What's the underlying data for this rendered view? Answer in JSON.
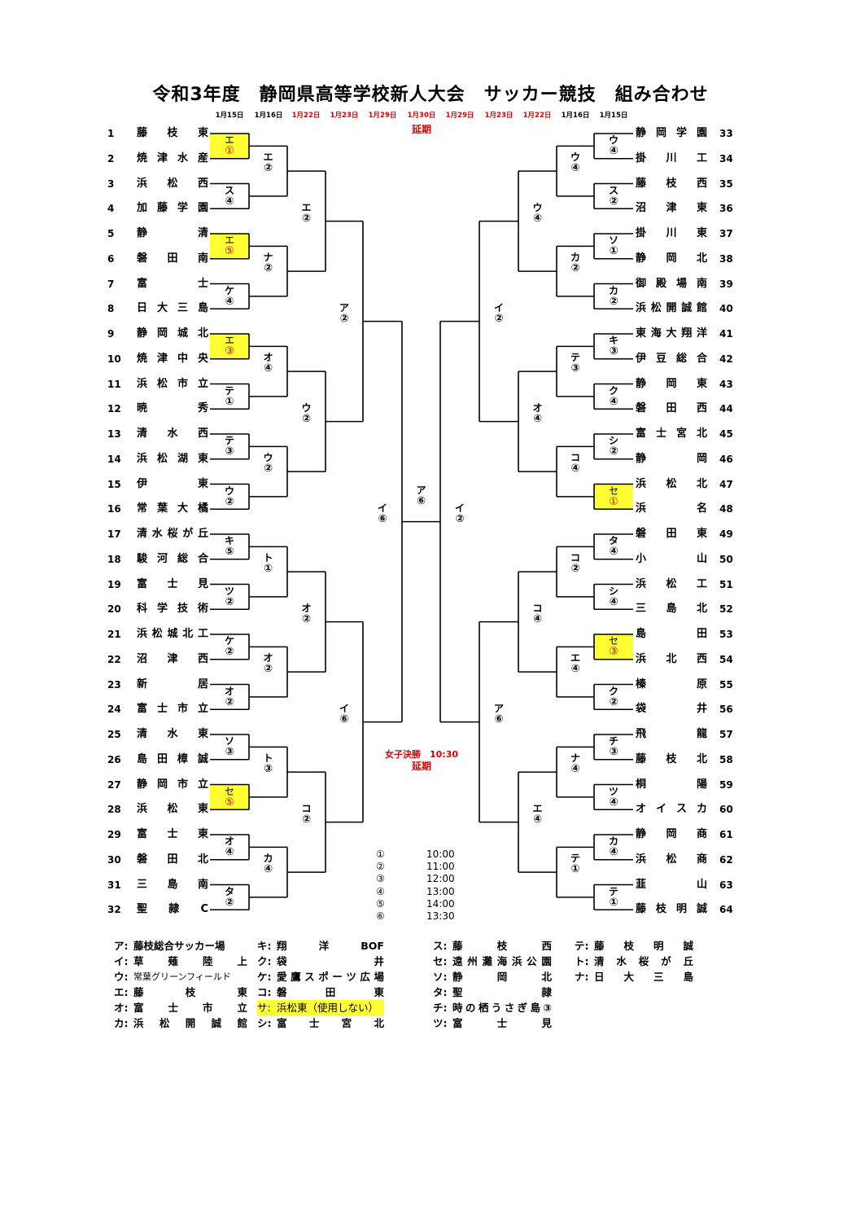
{
  "title": "令和3年度　静岡県高等学校新人大会　サッカー競技　組み合わせ",
  "dates": [
    {
      "label": "1月15日",
      "red": false
    },
    {
      "label": "1月16日",
      "red": false
    },
    {
      "label": "1月22日",
      "red": true
    },
    {
      "label": "1月23日",
      "red": true
    },
    {
      "label": "1月29日",
      "red": true
    },
    {
      "label": "1月30日",
      "red": true
    },
    {
      "label": "1月29日",
      "red": true
    },
    {
      "label": "1月23日",
      "red": true
    },
    {
      "label": "1月22日",
      "red": true
    },
    {
      "label": "1月16日",
      "red": false
    },
    {
      "label": "1月15日",
      "red": false
    }
  ],
  "postponed_label": "延期",
  "teams_left": [
    {
      "seed": "1",
      "name": "藤枝東"
    },
    {
      "seed": "2",
      "name": "焼津水産"
    },
    {
      "seed": "3",
      "name": "浜松西"
    },
    {
      "seed": "4",
      "name": "加藤学園"
    },
    {
      "seed": "5",
      "name": "静清"
    },
    {
      "seed": "6",
      "name": "磐田南"
    },
    {
      "seed": "7",
      "name": "富士"
    },
    {
      "seed": "8",
      "name": "日大三島"
    },
    {
      "seed": "9",
      "name": "静岡城北"
    },
    {
      "seed": "10",
      "name": "焼津中央"
    },
    {
      "seed": "11",
      "name": "浜松市立"
    },
    {
      "seed": "12",
      "name": "暁秀"
    },
    {
      "seed": "13",
      "name": "清水西"
    },
    {
      "seed": "14",
      "name": "浜松湖東"
    },
    {
      "seed": "15",
      "name": "伊東"
    },
    {
      "seed": "16",
      "name": "常葉大橘"
    },
    {
      "seed": "17",
      "name": "清水桜が丘"
    },
    {
      "seed": "18",
      "name": "駿河総合"
    },
    {
      "seed": "19",
      "name": "富士見"
    },
    {
      "seed": "20",
      "name": "科学技術"
    },
    {
      "seed": "21",
      "name": "浜松城北工"
    },
    {
      "seed": "22",
      "name": "沼津西"
    },
    {
      "seed": "23",
      "name": "新居"
    },
    {
      "seed": "24",
      "name": "富士市立"
    },
    {
      "seed": "25",
      "name": "清水東"
    },
    {
      "seed": "26",
      "name": "島田樟誠"
    },
    {
      "seed": "27",
      "name": "静岡市立"
    },
    {
      "seed": "28",
      "name": "浜松東"
    },
    {
      "seed": "29",
      "name": "富士東"
    },
    {
      "seed": "30",
      "name": "磐田北"
    },
    {
      "seed": "31",
      "name": "三島南"
    },
    {
      "seed": "32",
      "name": "聖隷C"
    }
  ],
  "teams_right": [
    {
      "seed": "33",
      "name": "静岡学園"
    },
    {
      "seed": "34",
      "name": "掛川工"
    },
    {
      "seed": "35",
      "name": "藤枝西"
    },
    {
      "seed": "36",
      "name": "沼津東"
    },
    {
      "seed": "37",
      "name": "掛川東"
    },
    {
      "seed": "38",
      "name": "静岡北"
    },
    {
      "seed": "39",
      "name": "御殿場南"
    },
    {
      "seed": "40",
      "name": "浜松開誠館"
    },
    {
      "seed": "41",
      "name": "東海大翔洋"
    },
    {
      "seed": "42",
      "name": "伊豆総合"
    },
    {
      "seed": "43",
      "name": "静岡東"
    },
    {
      "seed": "44",
      "name": "磐田西"
    },
    {
      "seed": "45",
      "name": "富士宮北"
    },
    {
      "seed": "46",
      "name": "静岡"
    },
    {
      "seed": "47",
      "name": "浜松北"
    },
    {
      "seed": "48",
      "name": "浜名"
    },
    {
      "seed": "49",
      "name": "磐田東"
    },
    {
      "seed": "50",
      "name": "小山"
    },
    {
      "seed": "51",
      "name": "浜松工"
    },
    {
      "seed": "52",
      "name": "三島北"
    },
    {
      "seed": "53",
      "name": "島田"
    },
    {
      "seed": "54",
      "name": "浜北西"
    },
    {
      "seed": "55",
      "name": "榛原"
    },
    {
      "seed": "56",
      "name": "袋井"
    },
    {
      "seed": "57",
      "name": "飛龍"
    },
    {
      "seed": "58",
      "name": "藤枝北"
    },
    {
      "seed": "59",
      "name": "桐陽"
    },
    {
      "seed": "60",
      "name": "オイスカ"
    },
    {
      "seed": "61",
      "name": "静岡商"
    },
    {
      "seed": "62",
      "name": "浜松商"
    },
    {
      "seed": "63",
      "name": "韮山"
    },
    {
      "seed": "64",
      "name": "藤枝明誠"
    }
  ],
  "matches_left": {
    "r1": [
      {
        "venue": "エ",
        "slot": "①",
        "highlight": true
      },
      {
        "venue": "ス",
        "slot": "④",
        "highlight": false
      },
      {
        "venue": "エ",
        "slot": "⑤",
        "highlight": true
      },
      {
        "venue": "ケ",
        "slot": "④",
        "highlight": false
      },
      {
        "venue": "エ",
        "slot": "③",
        "highlight": true
      },
      {
        "venue": "テ",
        "slot": "①",
        "highlight": false
      },
      {
        "venue": "テ",
        "slot": "③",
        "highlight": false
      },
      {
        "venue": "ウ",
        "slot": "②",
        "highlight": false
      },
      {
        "venue": "キ",
        "slot": "⑤",
        "highlight": false
      },
      {
        "venue": "ツ",
        "slot": "②",
        "highlight": false
      },
      {
        "venue": "ケ",
        "slot": "②",
        "highlight": false
      },
      {
        "venue": "オ",
        "slot": "②",
        "highlight": false
      },
      {
        "venue": "ソ",
        "slot": "③",
        "highlight": false
      },
      {
        "venue": "セ",
        "slot": "⑤",
        "highlight": true
      },
      {
        "venue": "オ",
        "slot": "④",
        "highlight": false
      },
      {
        "venue": "タ",
        "slot": "②",
        "highlight": false
      }
    ],
    "r2": [
      {
        "venue": "エ",
        "slot": "②"
      },
      {
        "venue": "ナ",
        "slot": "②"
      },
      {
        "venue": "オ",
        "slot": "④"
      },
      {
        "venue": "ウ",
        "slot": "②"
      },
      {
        "venue": "ト",
        "slot": "①"
      },
      {
        "venue": "オ",
        "slot": "②"
      },
      {
        "venue": "ト",
        "slot": "③"
      },
      {
        "venue": "カ",
        "slot": "④"
      }
    ],
    "r3": [
      {
        "venue": "エ",
        "slot": "②"
      },
      {
        "venue": "ウ",
        "slot": "②"
      },
      {
        "venue": "オ",
        "slot": "②"
      },
      {
        "venue": "コ",
        "slot": "②"
      }
    ],
    "r4": [
      {
        "venue": "ア",
        "slot": "②"
      },
      {
        "venue": "イ",
        "slot": "⑥"
      }
    ],
    "r5": [
      {
        "venue": "イ",
        "slot": "⑥"
      }
    ]
  },
  "matches_right": {
    "r1": [
      {
        "venue": "ウ",
        "slot": "④",
        "highlight": false
      },
      {
        "venue": "ス",
        "slot": "②",
        "highlight": false
      },
      {
        "venue": "ソ",
        "slot": "①",
        "highlight": false
      },
      {
        "venue": "カ",
        "slot": "②",
        "highlight": false
      },
      {
        "venue": "キ",
        "slot": "③",
        "highlight": false
      },
      {
        "venue": "ク",
        "slot": "④",
        "highlight": false
      },
      {
        "venue": "シ",
        "slot": "②",
        "highlight": false
      },
      {
        "venue": "セ",
        "slot": "①",
        "highlight": true
      },
      {
        "venue": "タ",
        "slot": "④",
        "highlight": false
      },
      {
        "venue": "シ",
        "slot": "④",
        "highlight": false
      },
      {
        "venue": "セ",
        "slot": "③",
        "highlight": true
      },
      {
        "venue": "ク",
        "slot": "②",
        "highlight": false
      },
      {
        "venue": "チ",
        "slot": "③",
        "highlight": false
      },
      {
        "venue": "ツ",
        "slot": "④",
        "highlight": false
      },
      {
        "venue": "カ",
        "slot": "④",
        "highlight": false
      },
      {
        "venue": "テ",
        "slot": "①",
        "highlight": false
      }
    ],
    "r2": [
      {
        "venue": "ウ",
        "slot": "④"
      },
      {
        "venue": "カ",
        "slot": "②"
      },
      {
        "venue": "テ",
        "slot": "③"
      },
      {
        "venue": "コ",
        "slot": "④"
      },
      {
        "venue": "コ",
        "slot": "②"
      },
      {
        "venue": "エ",
        "slot": "④"
      },
      {
        "venue": "ナ",
        "slot": "④"
      },
      {
        "venue": "テ",
        "slot": "①"
      }
    ],
    "r3": [
      {
        "venue": "ウ",
        "slot": "④"
      },
      {
        "venue": "オ",
        "slot": "④"
      },
      {
        "venue": "コ",
        "slot": "④"
      },
      {
        "venue": "エ",
        "slot": "④"
      }
    ],
    "r4": [
      {
        "venue": "イ",
        "slot": "②"
      },
      {
        "venue": "ア",
        "slot": "⑥"
      }
    ],
    "r5": [
      {
        "venue": "イ",
        "slot": "②"
      }
    ]
  },
  "final": {
    "venue": "ア",
    "slot": "⑥"
  },
  "girls_final": {
    "label": "女子決勝　10:30",
    "status": "延期"
  },
  "time_slots": [
    {
      "key": "①",
      "time": "10:00"
    },
    {
      "key": "②",
      "time": "11:00"
    },
    {
      "key": "③",
      "time": "12:00"
    },
    {
      "key": "④",
      "time": "13:00"
    },
    {
      "key": "⑤",
      "time": "14:00"
    },
    {
      "key": "⑥",
      "time": "13:30"
    }
  ],
  "venues": [
    [
      {
        "key": "ア",
        "name": "藤枝総合サッカー場",
        "spread": false
      },
      {
        "key": "イ",
        "name": "草薙陸上",
        "spread": true
      },
      {
        "key": "ウ",
        "name": "常葉グリーンフィールド",
        "spread": false,
        "plain": true
      },
      {
        "key": "エ",
        "name": "藤枝東",
        "spread": true
      },
      {
        "key": "オ",
        "name": "富士市立",
        "spread": true
      },
      {
        "key": "カ",
        "name": "浜松開誠館",
        "spread": true
      }
    ],
    [
      {
        "key": "キ",
        "name": "翔洋 BOF",
        "spread": true
      },
      {
        "key": "ク",
        "name": "袋井",
        "spread": true
      },
      {
        "key": "ケ",
        "name": "愛鷹スポーツ広場",
        "spread": true
      },
      {
        "key": "コ",
        "name": "磐田東",
        "spread": true
      },
      {
        "key": "サ",
        "name": "浜松東（使用しない）",
        "spread": false,
        "highlight": true
      },
      {
        "key": "シ",
        "name": "富士宮北",
        "spread": true
      }
    ],
    [
      {
        "key": "ス",
        "name": "藤枝西",
        "spread": true
      },
      {
        "key": "セ",
        "name": "遠州灘海浜公園",
        "spread": true
      },
      {
        "key": "ソ",
        "name": "静岡北",
        "spread": true
      },
      {
        "key": "タ",
        "name": "聖隷",
        "spread": true
      },
      {
        "key": "チ",
        "name": "時の栖うさぎ島③",
        "spread": true
      },
      {
        "key": "ツ",
        "name": "富士見",
        "spread": true
      }
    ],
    [
      {
        "key": "テ",
        "name": "藤枝明誠",
        "spread": true
      },
      {
        "key": "ト",
        "name": "清水桜が丘",
        "spread": true
      },
      {
        "key": "ナ",
        "name": "日大三島",
        "spread": true
      }
    ]
  ],
  "colors": {
    "highlight": "#ffff33",
    "red": "#e00000",
    "line": "#000000"
  }
}
